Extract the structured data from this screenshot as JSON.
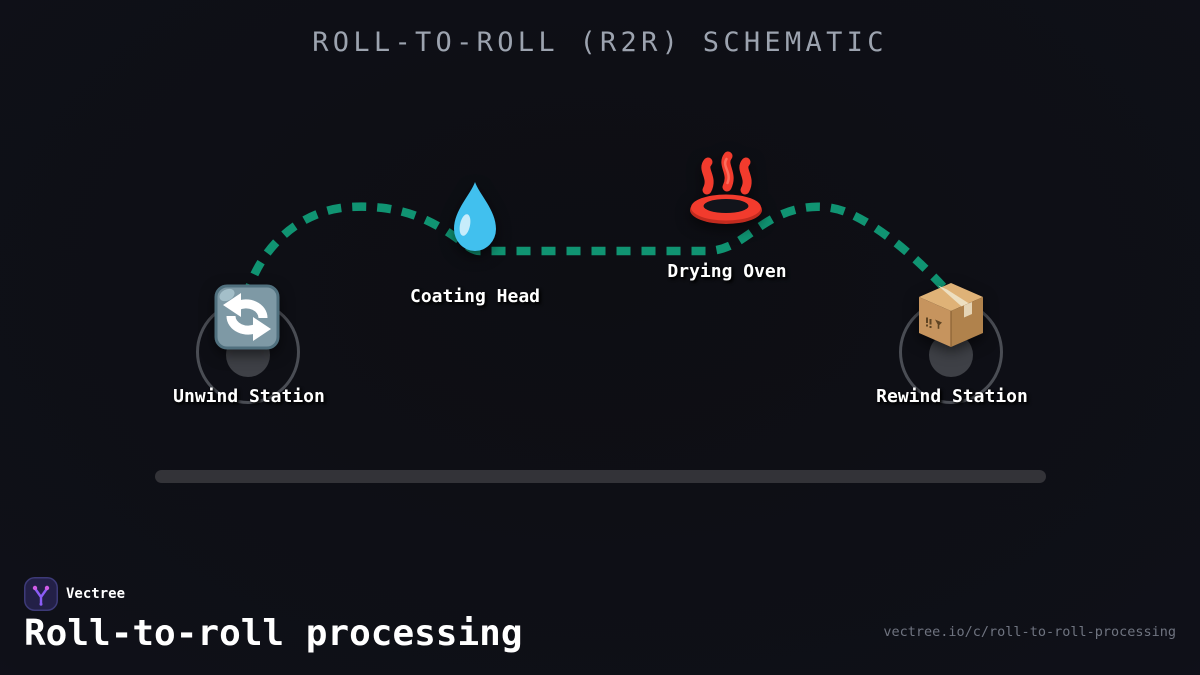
{
  "header": {
    "title": "ROLL-TO-ROLL (R2R) SCHEMATIC"
  },
  "diagram": {
    "stations": [
      {
        "id": "unwind",
        "label": "Unwind Station",
        "icon": "counterclockwise-arrows-icon"
      },
      {
        "id": "coating",
        "label": "Coating Head",
        "icon": "droplet-icon"
      },
      {
        "id": "oven",
        "label": "Drying Oven",
        "icon": "hot-springs-icon"
      },
      {
        "id": "rewind",
        "label": "Rewind Station",
        "icon": "package-icon"
      }
    ],
    "path_style": "dashed"
  },
  "footer": {
    "brand": "Vectree",
    "title": "Roll-to-roll processing",
    "url": "vectree.io/c/roll-to-roll-processing"
  },
  "colors": {
    "bg-center": "#0d0e13",
    "bg-edge": "#171a2c",
    "title": "#9ca3af",
    "label": "#ffffff",
    "path": "#109472",
    "ring": "#4a4d54",
    "hub": "#3e4046",
    "bar": "#333338",
    "brand": "#ffffff",
    "footer-title": "#ffffff",
    "url": "#6f7480",
    "logo-bg": "#232047",
    "logo-border": "#3d3a78",
    "logo-glyph": "#8b5cf6",
    "logo-dot": "#d05ce8",
    "droplet": "#41c0ee",
    "droplet-highlight": "#cfeefb",
    "flame": "#f23b2d",
    "flame-dark": "#c22b1f",
    "box-top": "#dfb277",
    "box-left": "#c6945e",
    "box-right": "#b0824c",
    "box-tape": "#eee3c8",
    "box-mark": "#5f4423",
    "spin-bg": "#7e99a5",
    "spin-border": "#50707e",
    "spin-highlight": "#aac6cf",
    "arrow": "#ffffff"
  }
}
